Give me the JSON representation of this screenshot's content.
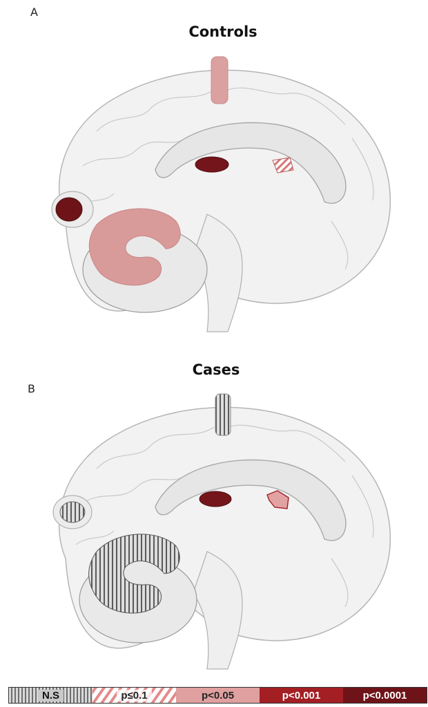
{
  "panels": [
    {
      "letter": "A",
      "title": "Controls"
    },
    {
      "letter": "B",
      "title": "Cases"
    }
  ],
  "legend": [
    {
      "label": "N.S",
      "pattern": "vertical-stripes-gray"
    },
    {
      "label": "p≤0.1",
      "pattern": "diagonal-hatch-pink",
      "color": "#e48a8a"
    },
    {
      "label": "p<0.05",
      "color": "#e0a0a0"
    },
    {
      "label": "p<0.001",
      "color": "#a31f24"
    },
    {
      "label": "p<0.0001",
      "color": "#6e1419"
    }
  ],
  "region_highlights": {
    "controls": {
      "superior_medial_strip": "p<0.05",
      "thalamus": "p<0.0001",
      "fornix_region": "p≤0.1",
      "occipital_pole": "p<0.0001",
      "cerebellum": "p<0.05"
    },
    "cases": {
      "superior_medial_strip": "N.S",
      "thalamus": "p<0.0001",
      "fornix_region": "p<0.001",
      "occipital_pole": "N.S",
      "cerebellum": "N.S"
    }
  }
}
